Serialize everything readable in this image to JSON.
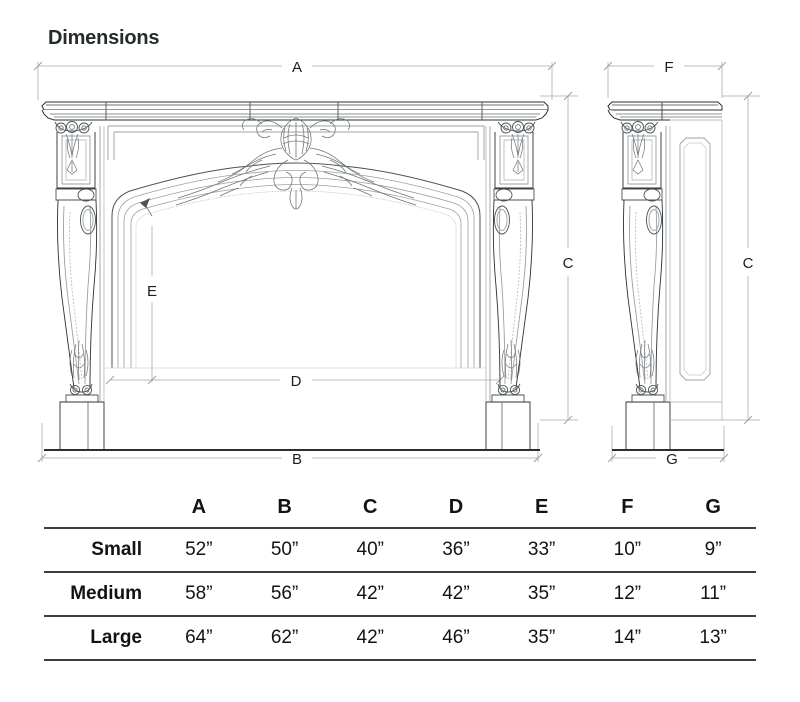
{
  "title": "Dimensions",
  "drawing": {
    "front_view_name": "fireplace-mantel-front-elevation",
    "side_view_name": "fireplace-mantel-side-elevation",
    "dimension_labels": {
      "A": "A",
      "B": "B",
      "C": "C",
      "C_side": "C",
      "D": "D",
      "E": "E",
      "F": "F",
      "G": "G"
    }
  },
  "table": {
    "columns": [
      "A",
      "B",
      "C",
      "D",
      "E",
      "F",
      "G"
    ],
    "row_header_label": "",
    "rows": [
      {
        "size": "Small",
        "values": [
          "52”",
          "50”",
          "40”",
          "36”",
          "33”",
          "10”",
          "9”"
        ]
      },
      {
        "size": "Medium",
        "values": [
          "58”",
          "56”",
          "42”",
          "42”",
          "35”",
          "12”",
          "11”"
        ]
      },
      {
        "size": "Large",
        "values": [
          "64”",
          "62”",
          "42”",
          "46”",
          "35”",
          "14”",
          "13”"
        ]
      }
    ]
  },
  "colors": {
    "background": "#ffffff",
    "title": "#262b2e",
    "line": "#2b2f33",
    "light_line": "#9aa0a4",
    "dimension_line": "#b9bec1",
    "table_rule": "#3b3f42"
  }
}
